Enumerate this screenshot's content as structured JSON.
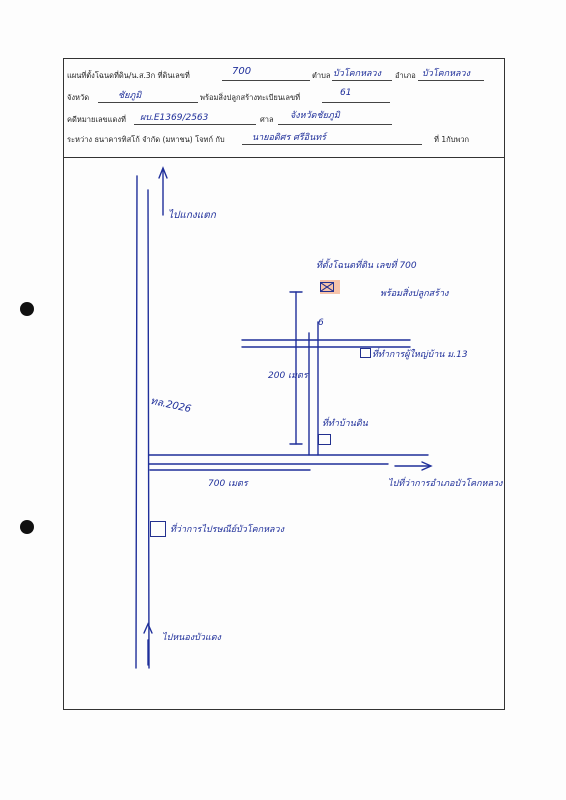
{
  "header": {
    "row1": {
      "label_location": "แผนที่ตั้งโฉนดที่ดิน/น.ส.3ก ที่ดินเลขที่",
      "land_no": "700",
      "label_tambon": "ตำบล",
      "tambon": "บัวโคกหลวง",
      "label_amphoe": "อำเภอ",
      "amphoe": "บัวโคกหลวง"
    },
    "row2": {
      "label_province": "จังหวัด",
      "province": "ชัยภูมิ",
      "label_house": "พร้อมสิ่งปลูกสร้างทะเบียนเลขที่",
      "house_no": "61"
    },
    "row3": {
      "label_case": "คดีหมายเลขแดงที่",
      "case_no": "ผบ.E1369/2563",
      "label_court": "ศาล",
      "court": "จังหวัดชัยภูมิ"
    },
    "row4": {
      "label_between": "ระหว่าง ธนาคารทิสโก้ จำกัด (มหาชน) โจทก์ กับ",
      "defendant": "นายอดิศร ศรีอินทร์",
      "label_with": "ที่ 1กับพวก"
    }
  },
  "map": {
    "north_label": "ไปแกงแตก",
    "south_label": "ไปหนองบัวแดง",
    "road_label": "ทล.2026",
    "dist_vertical": "200 เมตร",
    "dist_horizontal": "700 เมตร",
    "target_label_line1": "ที่ตั้งโฉนดที่ดิน เลขที่ 700",
    "target_label_line2": "พร้อมสิ่งปลูกสร้าง",
    "small_mark": "6",
    "landmark_dusit": "ที่ทำการผู้ใหญ่บ้าน ม.13",
    "landmark_market": "ที่ทำบ้านดิน",
    "landmark_district": "ที่ว่าการไปรษณีย์บัวโคกหลวง",
    "east_label": "ไปที่ว่าการอำเภอบัวโคกหลวง"
  },
  "colors": {
    "ink": "#1f2f9a",
    "frame": "#333333",
    "highlight": "#f4b89b"
  }
}
